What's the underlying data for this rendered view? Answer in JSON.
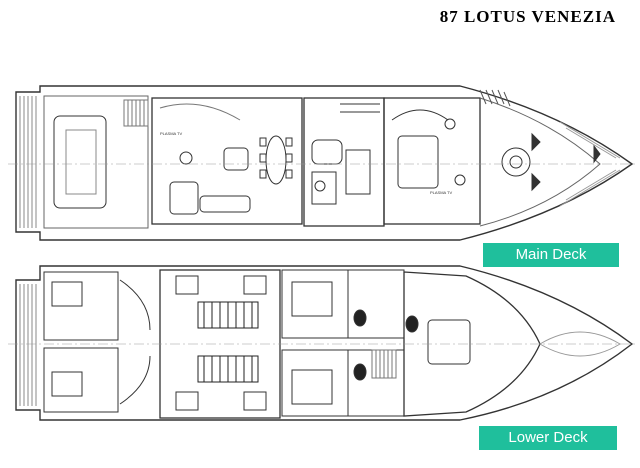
{
  "header": {
    "title": "87 LOTUS VENEZIA"
  },
  "main_deck": {
    "label": "Main Deck",
    "plasma_tv_left": "PLASMA TV",
    "plasma_tv_right": "PLASMA TV"
  },
  "lower_deck": {
    "label": "Lower Deck"
  },
  "colors": {
    "label_bg": "#1fbf9c",
    "line": "#333333"
  }
}
